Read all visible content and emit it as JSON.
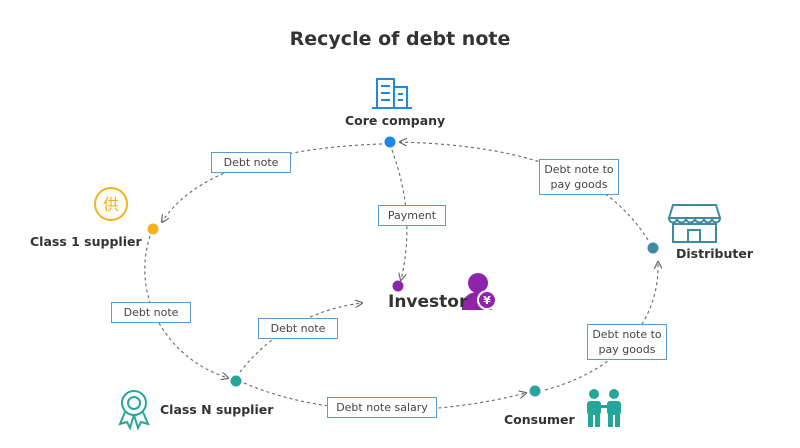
{
  "title": "Recycle of debt note",
  "colors": {
    "core": "#1e88e5",
    "supplier1": "#f5b21b",
    "investor": "#8e24aa",
    "teal": "#26a69a",
    "distributer": "#3e8a9e",
    "edge": "#666666",
    "box_border": "#5b9bd5"
  },
  "nodes": {
    "core": {
      "label": "Core company",
      "icon": "office-building-icon"
    },
    "supplier1": {
      "label": "Class 1 supplier",
      "icon": "gong-stamp-icon",
      "icon_glyph": "供"
    },
    "investor": {
      "label": "Investor",
      "icon": "investor-person-icon",
      "icon_glyph": "¥"
    },
    "distributer": {
      "label": "Distributer",
      "icon": "shop-icon"
    },
    "consumer": {
      "label": "Consumer",
      "icon": "people-icon"
    },
    "supplierN": {
      "label": "Class N supplier",
      "icon": "award-ribbon-icon"
    }
  },
  "edges": {
    "core_to_s1": "Debt note",
    "core_to_investor": "Payment",
    "distributer_to_core": "Debt note to\npay goods",
    "s1_to_sN": "Debt note",
    "sN_to_investor": "Debt note",
    "sN_to_consumer": "Debt note salary",
    "consumer_to_distributer": "Debt note to\npay goods"
  }
}
